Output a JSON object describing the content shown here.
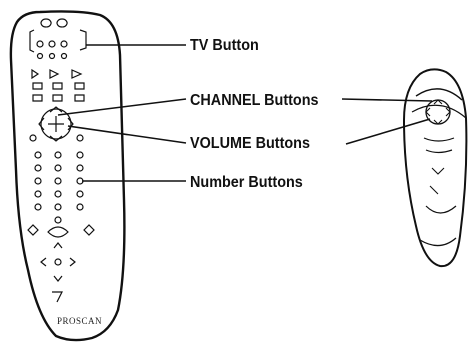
{
  "labels": {
    "tv_button": "TV Button",
    "channel_buttons": "CHANNEL Buttons",
    "volume_buttons": "VOLUME Buttons",
    "number_buttons": "Number Buttons"
  },
  "remote_brand": "PROSCAN",
  "colors": {
    "ink": "#111111",
    "background": "#ffffff"
  }
}
